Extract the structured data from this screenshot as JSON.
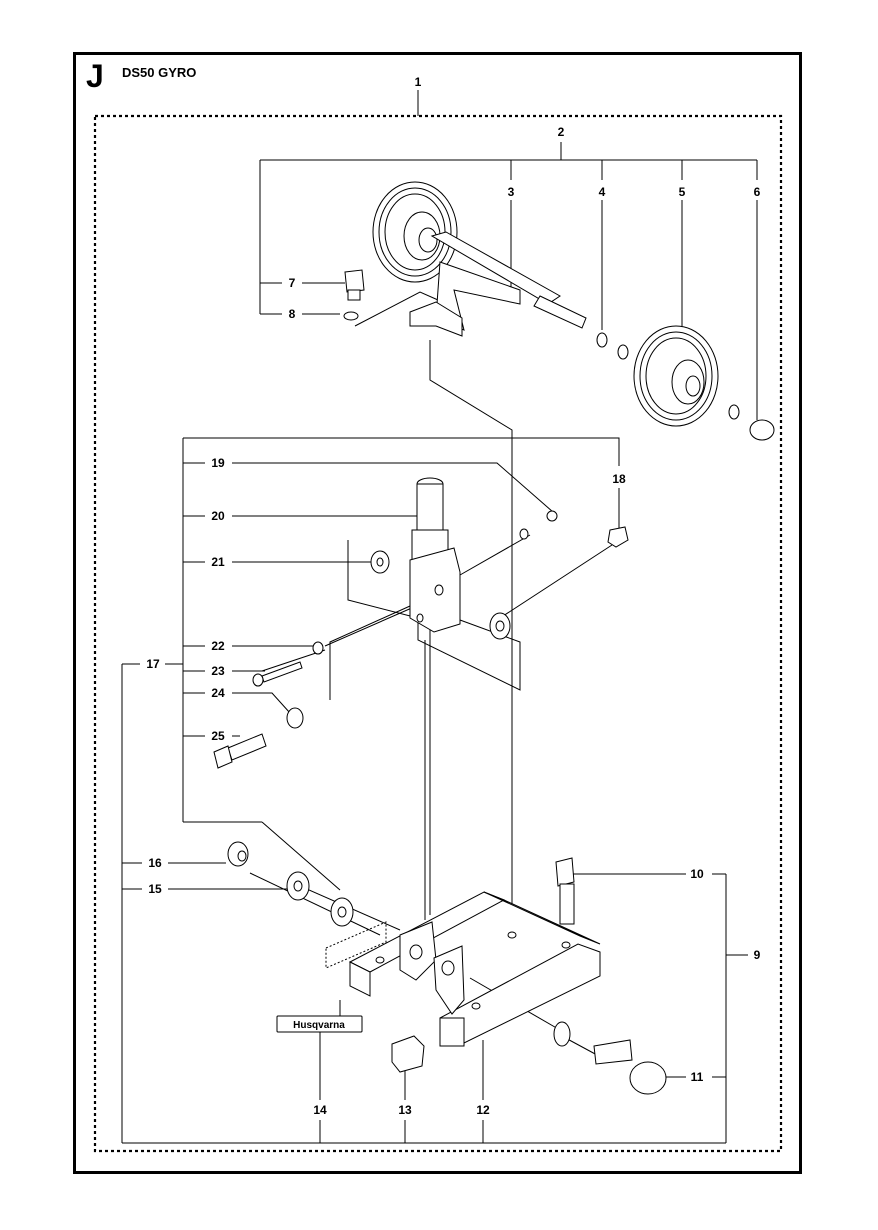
{
  "header": {
    "section_letter": "J",
    "model": "DS50 GYRO"
  },
  "brand_label": "Husqvarna",
  "callouts": [
    "1",
    "2",
    "3",
    "4",
    "5",
    "6",
    "7",
    "8",
    "9",
    "10",
    "11",
    "12",
    "13",
    "14",
    "15",
    "16",
    "17",
    "18",
    "19",
    "20",
    "21",
    "22",
    "23",
    "24",
    "25"
  ]
}
